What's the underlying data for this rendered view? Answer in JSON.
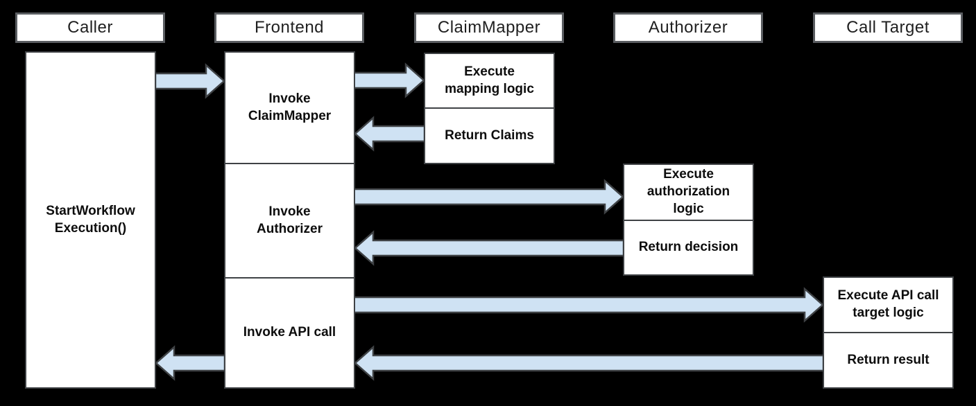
{
  "colors": {
    "background": "#000000",
    "box_fill": "#ffffff",
    "box_border": "#3f4245",
    "header_border": "#5a5d61",
    "arrow_fill": "#cfe2f3",
    "arrow_stroke": "#3f4245",
    "text": "#0d0d0d"
  },
  "lanes": [
    {
      "header": "Caller",
      "boxes": [
        {
          "label": "StartWorkflow\nExecution()"
        }
      ]
    },
    {
      "header": "Frontend",
      "boxes": [
        {
          "label": "Invoke\nClaimMapper"
        },
        {
          "label": "Invoke\nAuthorizer"
        },
        {
          "label": "Invoke API call"
        }
      ]
    },
    {
      "header": "ClaimMapper",
      "boxes": [
        {
          "label": "Execute\nmapping logic"
        },
        {
          "label": "Return Claims"
        }
      ]
    },
    {
      "header": "Authorizer",
      "boxes": [
        {
          "label": "Execute\nauthorization\nlogic"
        },
        {
          "label": "Return decision"
        }
      ]
    },
    {
      "header": "Call Target",
      "boxes": [
        {
          "label": "Execute API call\ntarget logic"
        },
        {
          "label": "Return result"
        }
      ]
    }
  ],
  "connections": [
    {
      "from": "Caller",
      "to": "Frontend"
    },
    {
      "from": "Frontend",
      "to": "ClaimMapper"
    },
    {
      "from": "ClaimMapper",
      "to": "Frontend"
    },
    {
      "from": "Frontend",
      "to": "Authorizer"
    },
    {
      "from": "Authorizer",
      "to": "Frontend"
    },
    {
      "from": "Frontend",
      "to": "Call Target"
    },
    {
      "from": "Call Target",
      "to": "Frontend"
    },
    {
      "from": "Frontend",
      "to": "Caller"
    }
  ]
}
